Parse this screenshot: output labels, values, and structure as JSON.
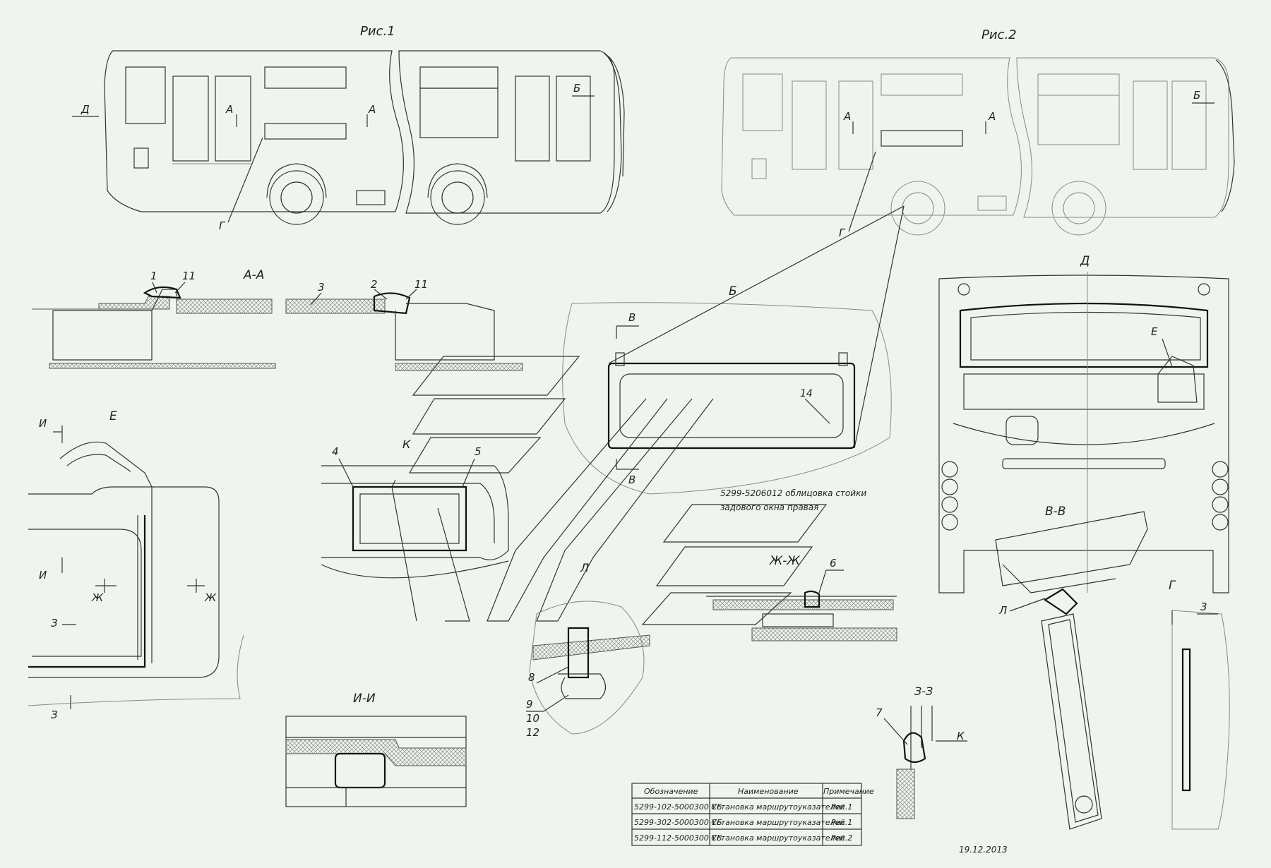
{
  "labels": {
    "fig1": "Рис.1",
    "fig2": "Рис.2",
    "sec_AA": "А-А",
    "sec_B": "Б",
    "view_D": "Д",
    "view_E": "Е",
    "sec_VV": "В-В",
    "sec_G": "Г",
    "sec_ZhZh": "Ж-Ж",
    "sec_ZZ": "З-З",
    "sec_II": "И-И",
    "view_L": "Л",
    "view_K": "К",
    "note_part": "5299-5206012 облицовка стойки",
    "note_part2": "задового окна правая",
    "date": "19.12.2013"
  },
  "markers": {
    "A": "А",
    "B": "Б",
    "V": "В",
    "G": "Г",
    "D": "Д",
    "Zh": "Ж",
    "Z": "З",
    "I": "И",
    "K": "К",
    "L": "Л"
  },
  "callouts": [
    "1",
    "2",
    "3",
    "4",
    "5",
    "6",
    "7",
    "8",
    "9",
    "10",
    "11",
    "12",
    "14"
  ],
  "table": {
    "headers": [
      "Обозначение",
      "Наименование",
      "Примечание"
    ],
    "rows": [
      [
        "5299-102-5000300 СБ",
        "Установка маршрутоуказателей",
        "Рис.1"
      ],
      [
        "5299-302-5000300 СБ",
        "Установка маршрутоуказателей",
        "Рис.1"
      ],
      [
        "5299-112-5000300 СБ",
        "Установка маршрутоуказателей",
        "Рис.2"
      ]
    ]
  }
}
